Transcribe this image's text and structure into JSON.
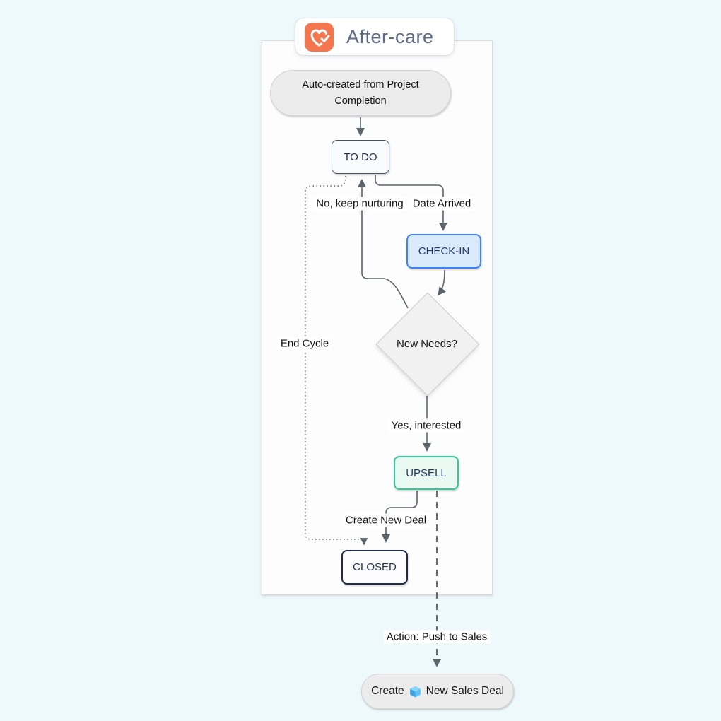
{
  "header": {
    "app_title": "After-care"
  },
  "icons": {
    "logo": "heart-check-icon",
    "deal": "cube-icon"
  },
  "colors": {
    "page_bg": "#eef9fd",
    "accent_orange": "#f4764e",
    "title_text": "#5d6b85",
    "todo_border": "#44546c",
    "checkin_border": "#3c83f6",
    "checkin_fill": "#dbe9fc",
    "upsell_border": "#2fcb96",
    "upsell_fill": "#eafaf3",
    "closed_border": "#1f2b4d",
    "node_text": "#1d2c50",
    "edge_line": "#5b656d"
  },
  "flowchart": {
    "nodes": {
      "start": {
        "label": "Auto-created from Project Completion",
        "shape": "stadium"
      },
      "todo": {
        "label": "TO DO",
        "shape": "rect"
      },
      "checkin": {
        "label": "CHECK-IN",
        "shape": "rect"
      },
      "decision": {
        "label": "New Needs?",
        "shape": "diamond"
      },
      "upsell": {
        "label": "UPSELL",
        "shape": "rect"
      },
      "closed": {
        "label": "CLOSED",
        "shape": "rect"
      },
      "sales_deal": {
        "label_prefix": "Create",
        "label_suffix": "New Sales Deal",
        "shape": "stadium"
      }
    },
    "edge_labels": {
      "nurture": "No, keep nurturing",
      "date_arrived": "Date Arrived",
      "end_cycle": "End Cycle",
      "yes_interested": "Yes, interested",
      "create_new_deal": "Create New Deal",
      "action_push": "Action: Push to Sales"
    }
  }
}
